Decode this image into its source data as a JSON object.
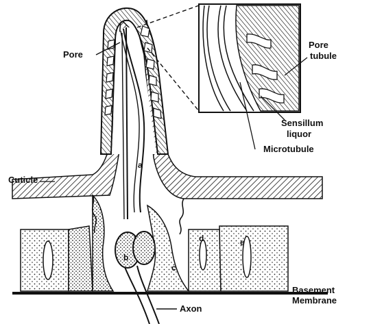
{
  "labels": {
    "pore": "Pore",
    "pore_tubule_line1": "Pore",
    "pore_tubule_line2": "tubule",
    "sensillum_line1": "Sensillum",
    "sensillum_line2": "liquor",
    "microtubule": "Microtubule",
    "cuticle": "Cuticle",
    "basement_line1": "Basement",
    "basement_line2": "Membrane",
    "axon": "Axon",
    "cell_a": "a",
    "cell_b": "b",
    "cell_c": "c",
    "cell_d": "d",
    "cell_e": "e"
  }
}
